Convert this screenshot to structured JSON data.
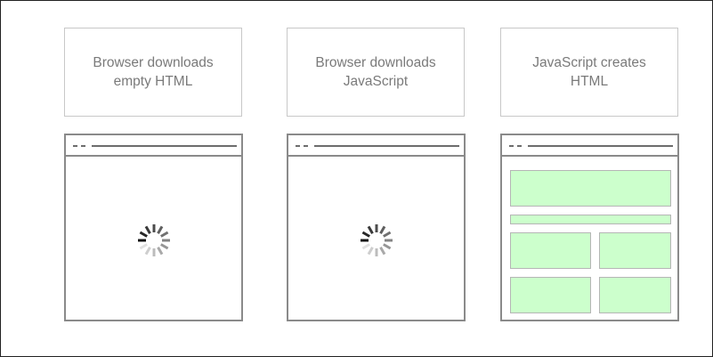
{
  "steps": [
    {
      "label": "Browser downloads\nempty HTML",
      "content": "loading"
    },
    {
      "label": "Browser downloads\nJavaScript",
      "content": "loading"
    },
    {
      "label": "JavaScript creates\nHTML",
      "content": "rendered"
    }
  ],
  "colors": {
    "label_text": "#7a7a7a",
    "label_border": "#c8c8c8",
    "browser_border": "#8a8a8a",
    "rendered_block_fill": "#ccffcc"
  },
  "icons": {
    "loading": "spinner-icon"
  }
}
